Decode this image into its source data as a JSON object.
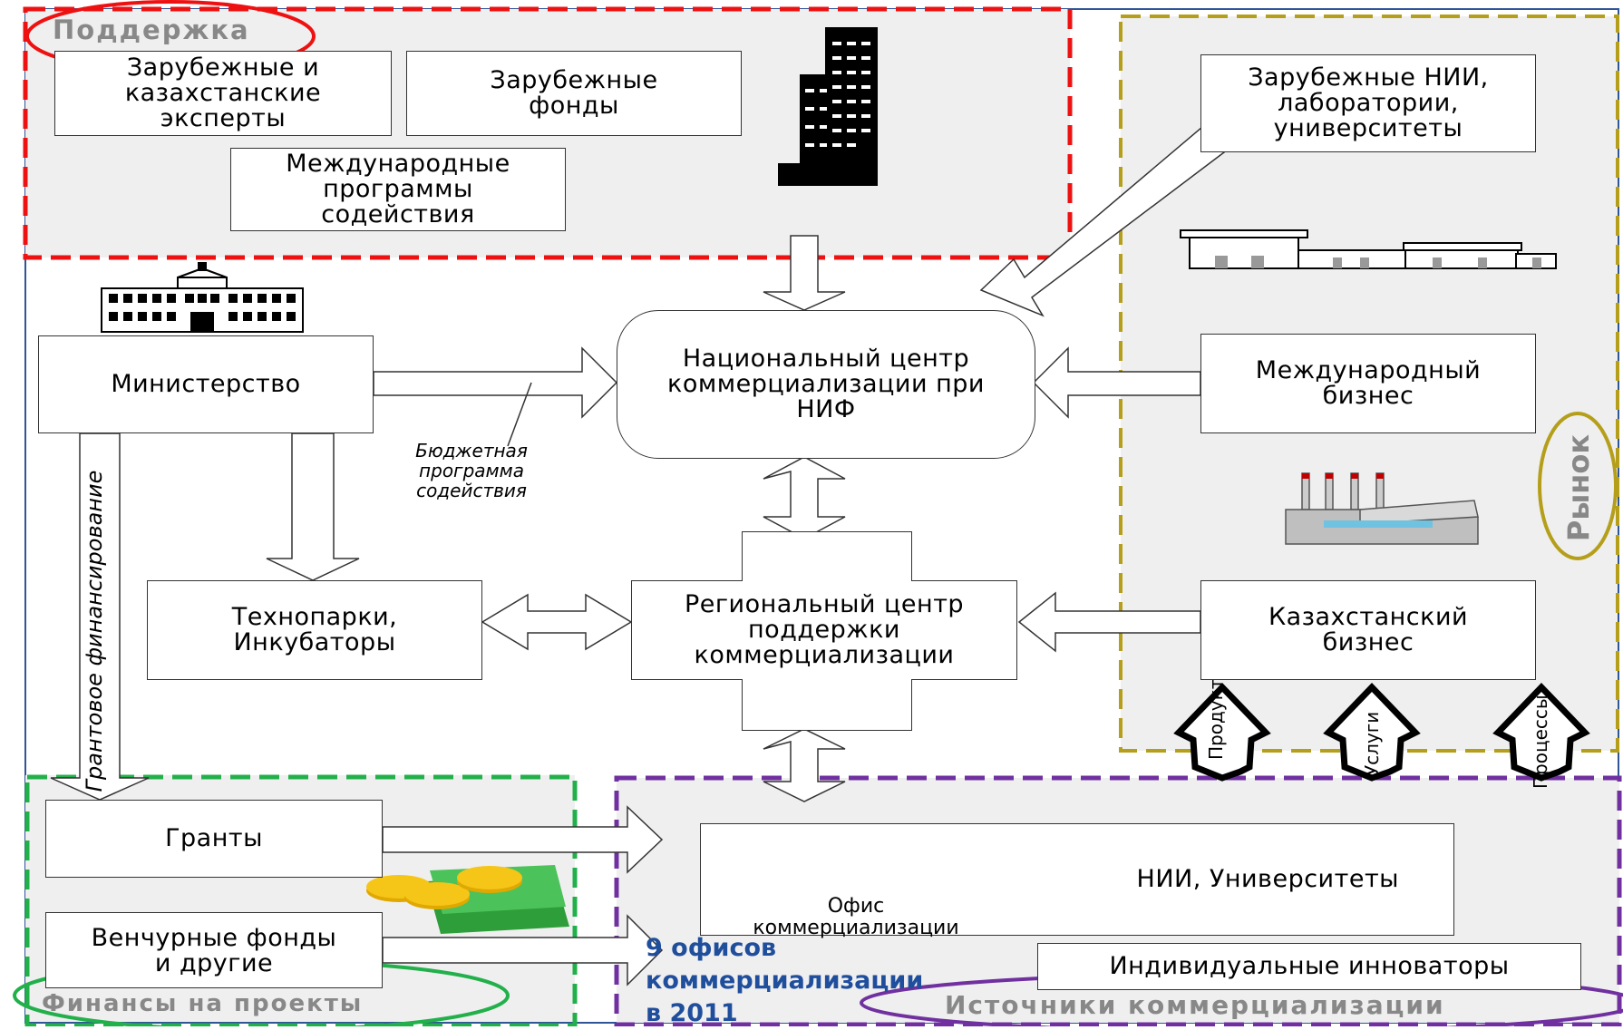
{
  "zones": {
    "support": "Поддержка",
    "market": "Рынок",
    "finance": "Финансы на проекты",
    "sources": "Источники коммерциализации"
  },
  "boxes": {
    "experts": "Зарубежные и\nказахстанские\nэксперты",
    "funds": "Зарубежные\nфонды",
    "programs": "Международные\nпрограммы\nсодействия",
    "national_center": "Национальный центр\nкоммерциализации при\nНИФ",
    "ministry": "Министерство",
    "technoparks": "Технопарки,\nИнкубаторы",
    "regional_center": "Региональный центр\nподдержки\nкоммерциализации",
    "foreign_nii": "Зарубежные НИИ,\nлаборатории,\nуниверситеты",
    "intl_business": "Международный\nбизнес",
    "kz_business": "Казахстанский\nбизнес",
    "grants": "Гранты",
    "venture": "Венчурные фонды\nи другие",
    "nii_universities": "НИИ, Университеты",
    "individual": "Индивидуальные инноваторы"
  },
  "labels": {
    "budget_program": "Бюджетная\nпрограмма\nсодействия",
    "grant_financing": "Грантовое финансирование",
    "office": "Офис\nкоммерциализации",
    "offices_note": "9 офисов\nкоммерциализации\n в 2011",
    "products": "Продукты",
    "services": "Услуги",
    "processes": "Процессы"
  },
  "colors": {
    "support_border": "#ee1111",
    "market_border": "#b59f1a",
    "finance_border": "#22b04b",
    "sources_border": "#7030a0",
    "frame_border": "#2f5597",
    "zone_fill": "#efefef",
    "offices_note": "#1f4e9c"
  }
}
